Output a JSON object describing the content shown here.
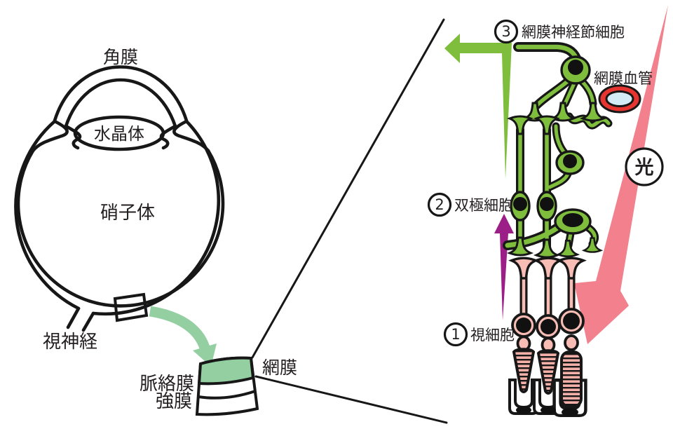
{
  "figure": {
    "description": "Cross-section of the eye with magnified view of retinal layers",
    "eye": {
      "labels": {
        "cornea": "角膜",
        "lens": "水晶体",
        "vitreous": "硝子体",
        "optic_nerve": "視神経"
      }
    },
    "layer_strip": {
      "labels": {
        "retina": "網膜",
        "choroid": "脈絡膜",
        "sclera": "強膜"
      }
    },
    "retina_detail": {
      "steps": [
        {
          "number": "1",
          "label": "視細胞"
        },
        {
          "number": "2",
          "label": "双極細胞"
        },
        {
          "number": "3",
          "label": "網膜神経節細胞"
        }
      ],
      "vessel_label": "網膜血管",
      "light_label": "光"
    },
    "colors": {
      "cell_green": "#7ebe3c",
      "soft_green": "#94cfa2",
      "photoreceptor_pink": "#f7bcb4",
      "light_arrow_pink": "#f2818d",
      "signal_purple": "#9c1f87",
      "vessel_red": "#e63530",
      "vessel_lumen_blue": "#d4ecf5",
      "outline_black": "#171717"
    }
  }
}
